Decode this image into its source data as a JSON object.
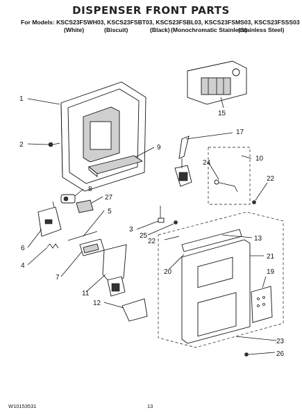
{
  "title": "DISPENSER FRONT PARTS",
  "models_line": "For Models: KSCS23FSWH03, KSCS23FSBT03, KSCS23FSBL03, KSCS23FSMS03, KSCS23FSSS03",
  "finishes": [
    "(White)",
    "(Biscuit)",
    "(Black)",
    "(Monochromatic Stainless)",
    "(Stainless Steel)"
  ],
  "callouts": [
    "1",
    "2",
    "3",
    "4",
    "5",
    "6",
    "7",
    "8",
    "9",
    "10",
    "11",
    "12",
    "13",
    "15",
    "17",
    "19",
    "20",
    "21",
    "22",
    "22",
    "23",
    "24",
    "25",
    "26",
    "27"
  ],
  "footer": {
    "doc_number": "W10153531",
    "page_number": "13"
  }
}
